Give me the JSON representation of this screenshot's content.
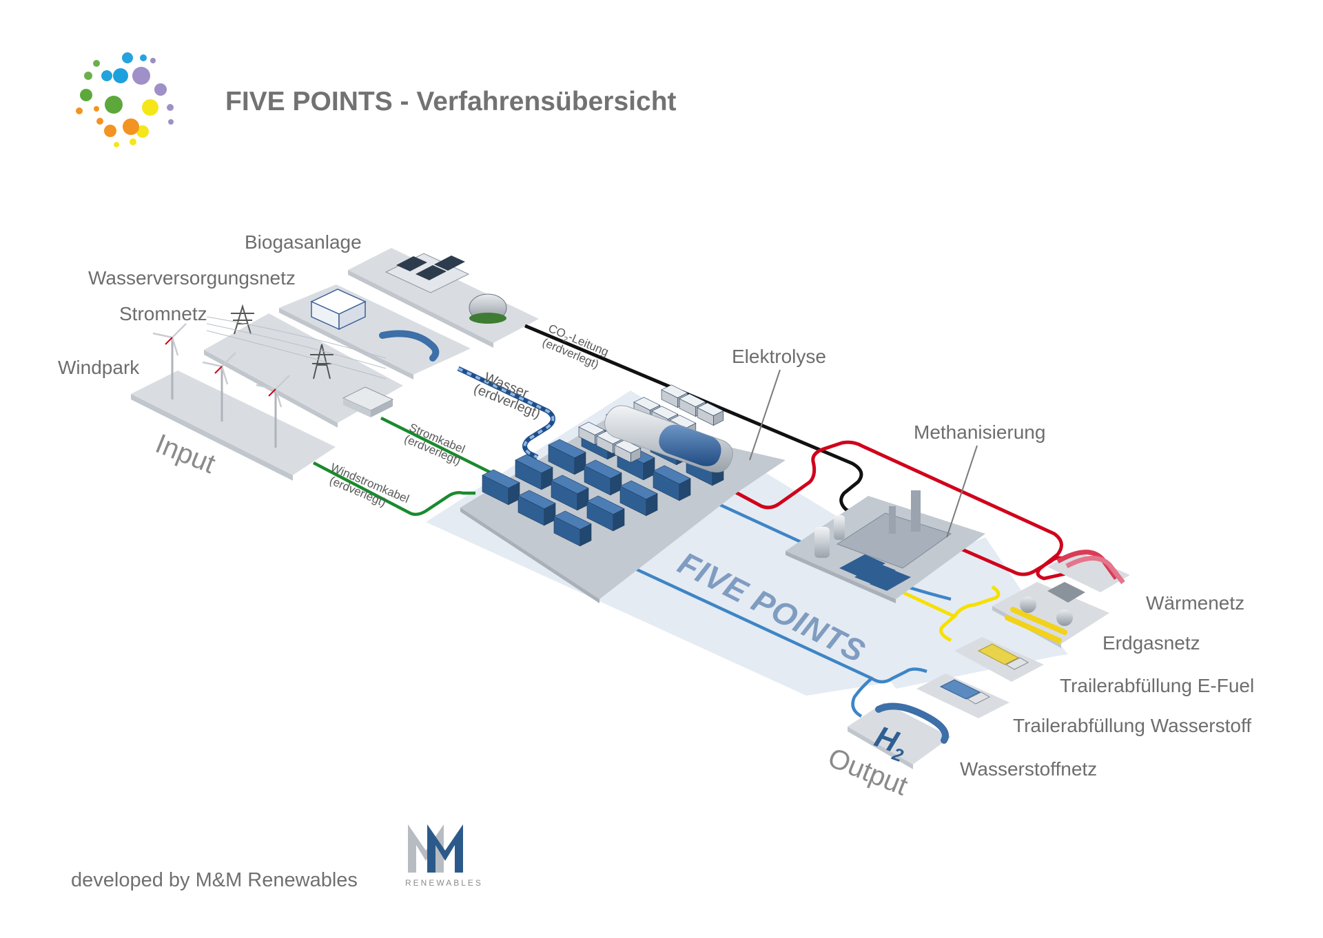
{
  "title": "FIVE POINTS - Verfahrensübersicht",
  "footer": "developed by M&M Renewables",
  "logo_text": "RENEWABLES",
  "inputs": {
    "windpark": "Windpark",
    "stromnetz": "Stromnetz",
    "wasser": "Wasserversorgungsnetz",
    "biogas": "Biogasanlage",
    "zone": "Input"
  },
  "core": {
    "elektrolyse": "Elektrolyse",
    "methanisierung": "Methanisierung",
    "plant": "FIVE POINTS",
    "h2_symbol": "H",
    "h2_sub": "2"
  },
  "outputs": {
    "waermenetz": "Wärmenetz",
    "erdgasnetz": "Erdgasnetz",
    "efuel": "Trailerabfüllung E-Fuel",
    "wasserstoff": "Trailerabfüllung Wasserstoff",
    "wasserstoffnetz": "Wasserstoffnetz",
    "zone": "Output"
  },
  "pipes": {
    "co2_pre": "CO",
    "co2_sub": "2",
    "co2_post": "-Leitung",
    "co2_sub2": "(erdverlegt)",
    "wasser_1": "Wasser",
    "wasser_2": "(erdverlegt)",
    "strom_1": "Stromkabel",
    "strom_2": "(erdverlegt)",
    "wind_1": "Windstromkabel",
    "wind_2": "(erdverlegt)"
  },
  "colors": {
    "co2": "#111111",
    "heat": "#d0021b",
    "gas": "#f5e000",
    "hydrogen": "#3d85c6",
    "power": "#1a8a2e",
    "water_light": "#8fb8e0",
    "water_dark": "#1f4e8c",
    "container": "#2f5f92",
    "pad": "#dde5ef"
  }
}
